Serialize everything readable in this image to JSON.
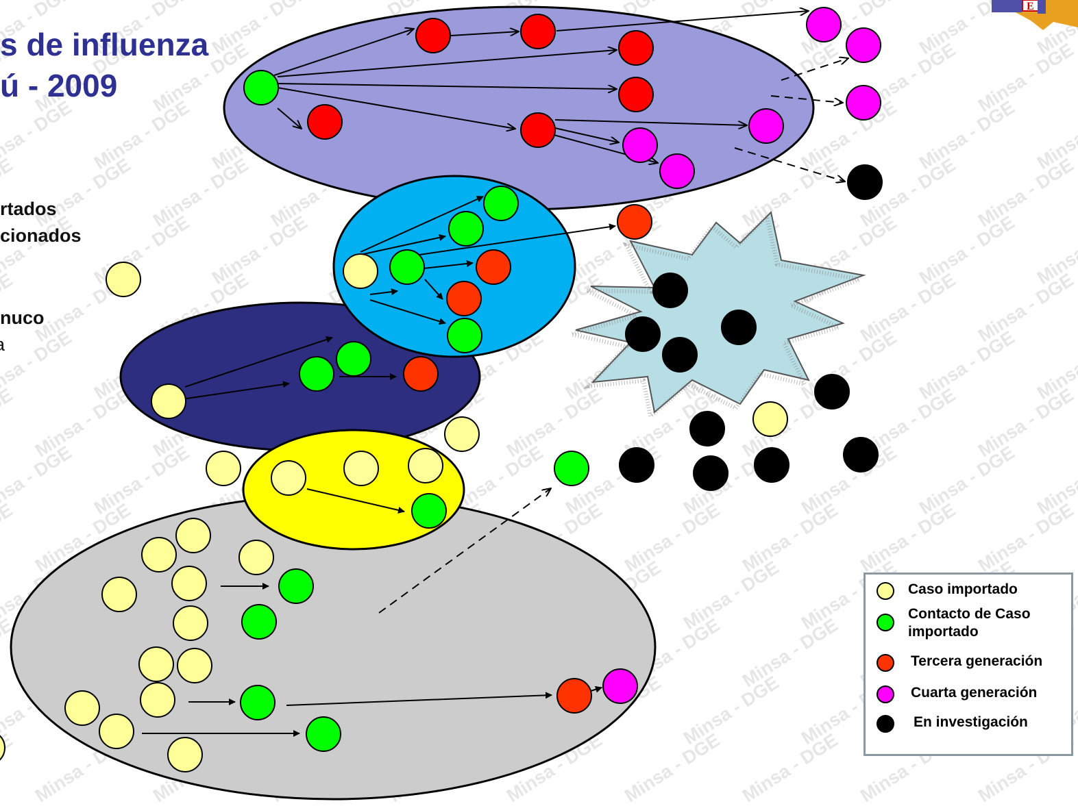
{
  "title": {
    "line1": "s de influenza",
    "line2": "ú - 2009"
  },
  "side_labels": {
    "l1": "rtados",
    "l2": "cionados",
    "l3": "nuco",
    "l4": "a"
  },
  "watermark": "Minsa - DGE",
  "colors": {
    "importado": "#ffff99",
    "contacto": "#00ff00",
    "tercera": "#ff3300",
    "tercera_alt": "#ff0000",
    "cuarta": "#ff00ff",
    "investigacion": "#000000",
    "grupo_violeta": "#9b9bdb",
    "grupo_celeste": "#00b0f0",
    "grupo_azul": "#2e2e80",
    "grupo_amarillo": "#ffff00",
    "grupo_gris": "#cccccc",
    "estrella": "#b7dde5"
  },
  "legend": [
    {
      "label": "Caso importado",
      "color": "#ffff99"
    },
    {
      "label": "Contacto de Caso\nimportado",
      "color": "#00ff00"
    },
    {
      "label": "Tercera generación",
      "color": "#ff3300"
    },
    {
      "label": "Cuarta generación",
      "color": "#ff00ff"
    },
    {
      "label": "En investigación",
      "color": "#000000"
    }
  ]
}
